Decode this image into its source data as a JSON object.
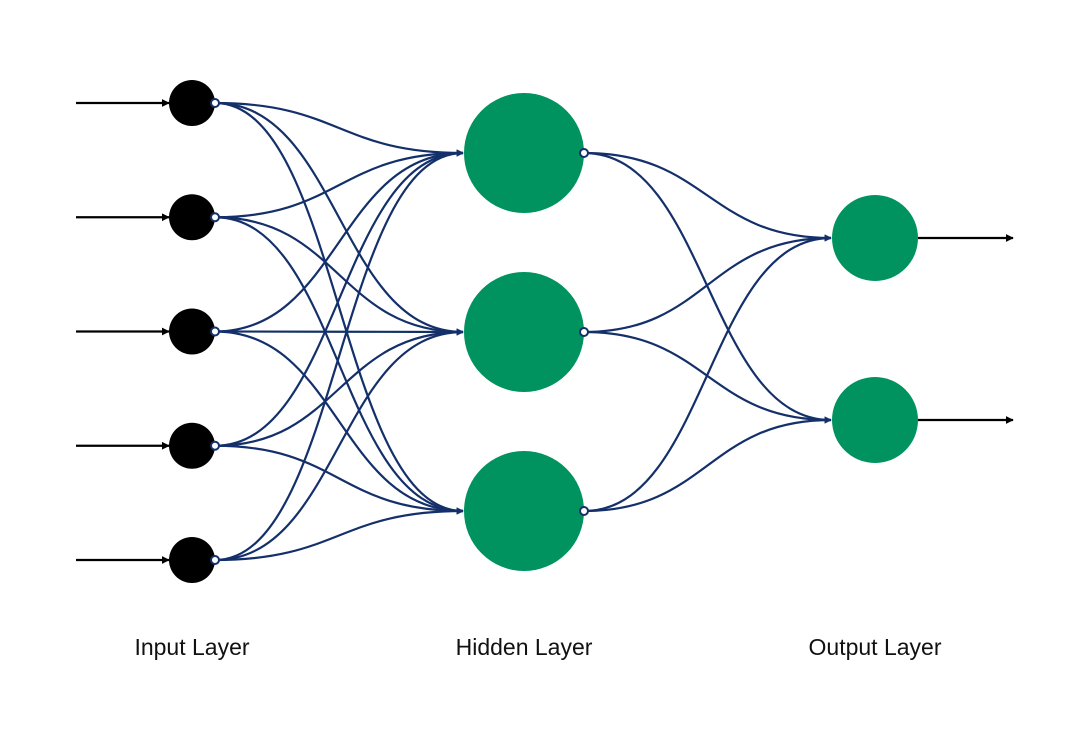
{
  "labels": {
    "input": "Input Layer",
    "hidden": "Hidden Layer",
    "output": "Output Layer"
  },
  "network": {
    "input_nodes": 5,
    "hidden_nodes": 3,
    "output_nodes": 2
  },
  "colors": {
    "input_node": "#000000",
    "hidden_node": "#00935f",
    "output_node": "#00935f",
    "connection": "#14306a",
    "io_arrow": "#000000",
    "port_fill": "#ffffff"
  }
}
